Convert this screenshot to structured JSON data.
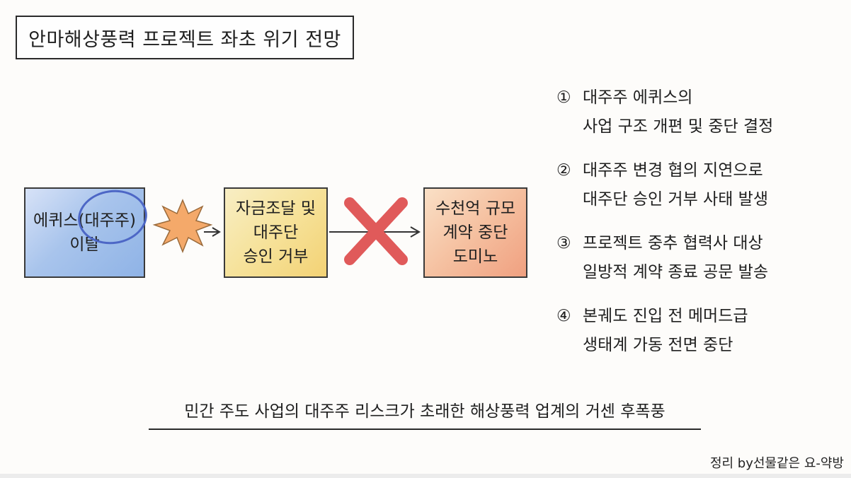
{
  "title": "안마해상풍력 프로젝트 좌초 위기 전망",
  "flow": {
    "box1": {
      "line1": "에퀴스(대주주)",
      "line2": "이탈"
    },
    "box2": {
      "line1": "자금조달 및",
      "line2": "대주단",
      "line3": "승인 거부"
    },
    "box3": {
      "line1": "수천억 규모",
      "line2": "계약 중단",
      "line3": "도미노"
    }
  },
  "list": [
    {
      "num": "①",
      "line1": "대주주 에퀴스의",
      "line2": "사업 구조 개편 및 중단 결정"
    },
    {
      "num": "②",
      "line1": "대주주 변경 협의 지연으로",
      "line2": "대주단 승인 거부 사태 발생"
    },
    {
      "num": "③",
      "line1": "프로젝트 중추 협력사 대상",
      "line2": "일방적 계약 종료 공문 발송"
    },
    {
      "num": "④",
      "line1": "본궤도 진입 전 메머드급",
      "line2": "생태계 가동 전면 중단"
    }
  ],
  "summary": "민간 주도 사업의 대주주 리스크가 초래한 해상풍력 업계의 거센 후폭풍",
  "credit": "정리 by선물같은 요-약방",
  "colors": {
    "box1": "#a8c4ec",
    "box2": "#f6e29a",
    "box3": "#f5c0a0",
    "circle": "#4d67c6",
    "cross": "#e05a5a",
    "burst": "#f4a96a"
  }
}
